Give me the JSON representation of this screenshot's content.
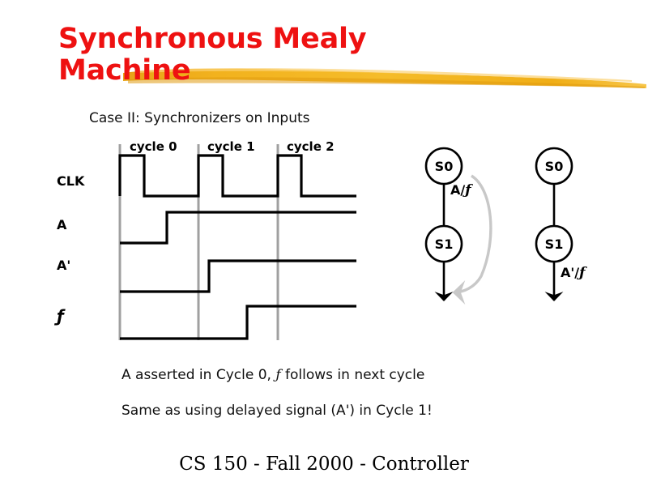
{
  "slide": {
    "title": "Synchronous Mealy\nMachine",
    "title_color": "#ee1111",
    "brush_color": "#f0b429",
    "subtitle": "Case II: Synchronizers on Inputs",
    "footer": "CS 150 - Fall 2000 - Controller"
  },
  "timing": {
    "cycles": [
      {
        "label": "cycle 0"
      },
      {
        "label": "cycle 1"
      },
      {
        "label": "cycle 2"
      }
    ],
    "signals": [
      {
        "name": "CLK",
        "label": "CLK",
        "italic": false
      },
      {
        "name": "A",
        "label": "A",
        "italic": false
      },
      {
        "name": "Aprime",
        "label": "A'",
        "italic": false
      },
      {
        "name": "f",
        "label": "ƒ",
        "italic": true
      }
    ]
  },
  "state_diagrams": [
    {
      "name": "mealy-output-timing",
      "states": [
        {
          "id": "S0",
          "label": "S0"
        },
        {
          "id": "S1",
          "label": "S1"
        }
      ],
      "transition_label_prefix": "A/",
      "transition_label_italic": "ƒ",
      "has_pointer_arrow": true,
      "pointer_color": "#c8c8c8"
    },
    {
      "name": "delayed-input-timing",
      "states": [
        {
          "id": "S0",
          "label": "S0"
        },
        {
          "id": "S1",
          "label": "S1"
        }
      ],
      "transition_label_prefix": "A'/",
      "transition_label_italic": "ƒ",
      "has_pointer_arrow": false,
      "pointer_color": "#c8c8c8"
    }
  ],
  "body": {
    "line0_part1": "A asserted in Cycle 0, ",
    "line0_italic": "ƒ",
    "line0_part2": " follows in next cycle",
    "line1": "Same as using delayed signal (A') in Cycle 1!"
  },
  "chart_data": {
    "type": "line",
    "title": "Synchronous Mealy Machine timing - Case II: Synchronizers on Inputs",
    "xlabel": "",
    "ylabel": "",
    "grid": true,
    "legend": "none",
    "x_markers": [
      {
        "name": "cycle 0 start",
        "x": 88
      },
      {
        "name": "cycle 1 start",
        "x": 185
      },
      {
        "name": "cycle 2 start",
        "x": 283
      }
    ],
    "x_range": [
      88,
      380
    ],
    "series": [
      {
        "name": "CLK",
        "values": [
          0,
          1,
          1,
          0,
          0,
          1,
          1,
          0,
          0,
          1,
          1,
          0,
          0
        ],
        "x": [
          88,
          88,
          118,
          118,
          185,
          185,
          215,
          215,
          283,
          283,
          312,
          312,
          380
        ]
      },
      {
        "name": "A",
        "values": [
          0,
          0,
          1,
          1
        ],
        "x": [
          88,
          146,
          146,
          380
        ]
      },
      {
        "name": "A'",
        "values": [
          0,
          0,
          1,
          1
        ],
        "x": [
          88,
          198,
          198,
          380
        ]
      },
      {
        "name": "ƒ",
        "values": [
          0,
          0,
          1,
          1
        ],
        "x": [
          88,
          245,
          245,
          380
        ]
      }
    ]
  }
}
